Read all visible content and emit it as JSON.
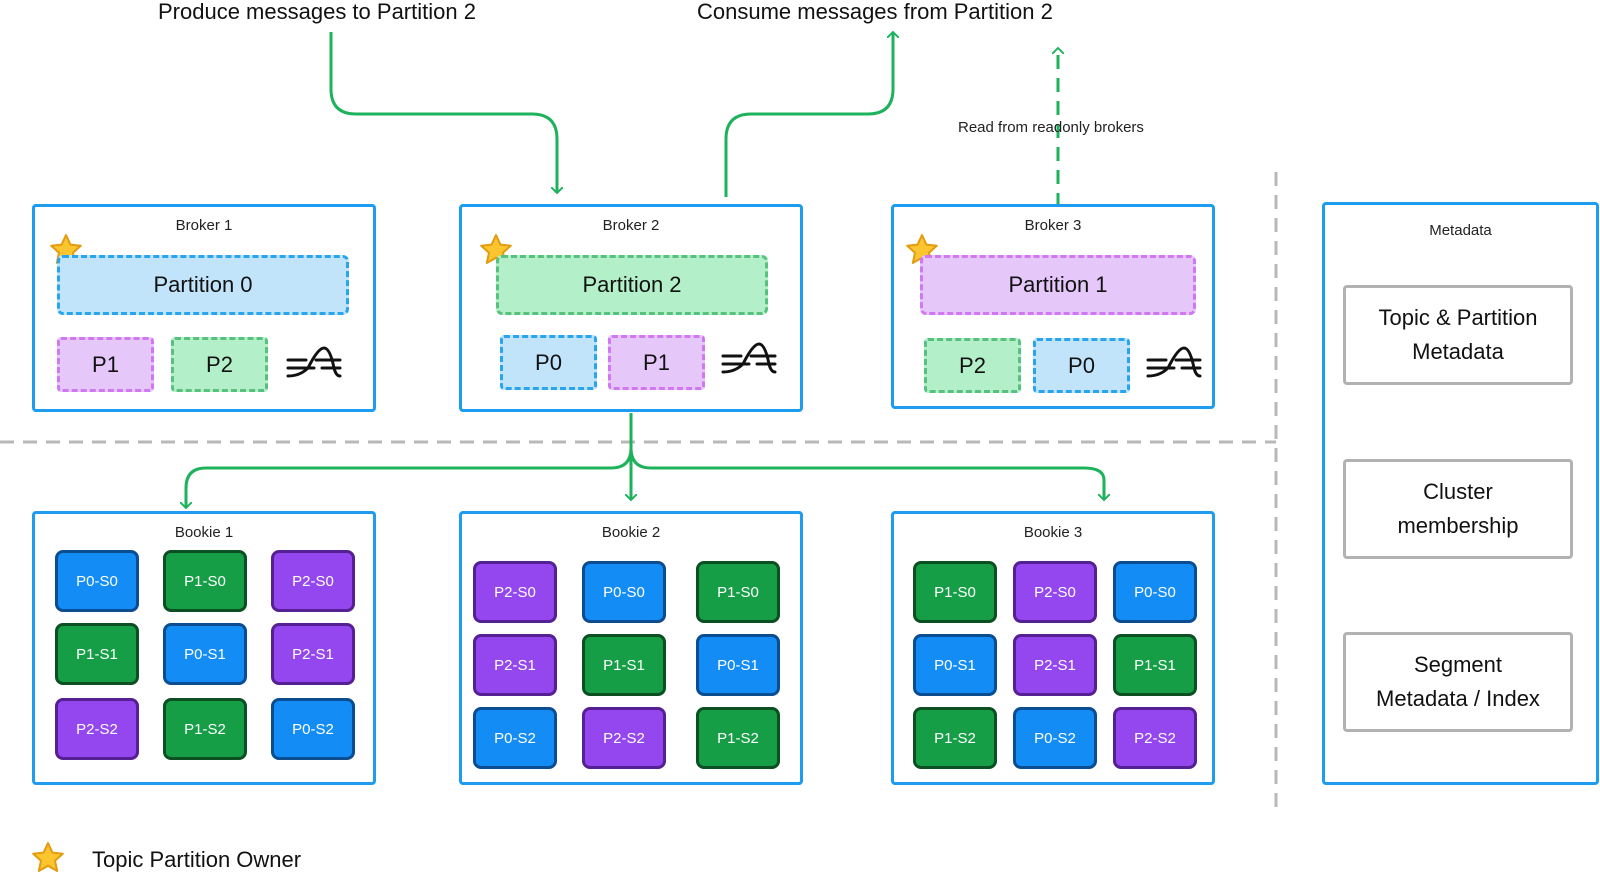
{
  "labels": {
    "produce": "Produce messages to Partition 2",
    "consume": "Consume messages from Partition 2",
    "read_readonly": "Read from readonly brokers"
  },
  "brokers": [
    {
      "title": "Broker 1",
      "main": "Partition 0",
      "small": [
        "P1",
        "P2"
      ]
    },
    {
      "title": "Broker 2",
      "main": "Partition 2",
      "small": [
        "P0",
        "P1"
      ]
    },
    {
      "title": "Broker 3",
      "main": "Partition 1",
      "small": [
        "P2",
        "P0"
      ]
    }
  ],
  "bookies": [
    {
      "title": "Bookie 1",
      "segments": [
        "P0-S0",
        "P1-S0",
        "P2-S0",
        "P1-S1",
        "P0-S1",
        "P2-S1",
        "P2-S2",
        "P1-S2",
        "P0-S2"
      ]
    },
    {
      "title": "Bookie 2",
      "segments": [
        "P2-S0",
        "P0-S0",
        "P1-S0",
        "P2-S1",
        "P1-S1",
        "P0-S1",
        "P0-S2",
        "P2-S2",
        "P1-S2"
      ]
    },
    {
      "title": "Bookie 3",
      "segments": [
        "P1-S0",
        "P2-S0",
        "P0-S0",
        "P0-S1",
        "P2-S1",
        "P1-S1",
        "P1-S2",
        "P0-S2",
        "P2-S2"
      ]
    }
  ],
  "metadata": {
    "title": "Metadata",
    "items": [
      {
        "line1": "Topic & Partition",
        "line2": "Metadata"
      },
      {
        "line1": "Cluster",
        "line2": "membership"
      },
      {
        "line1": "Segment",
        "line2": "Metadata / Index"
      }
    ]
  },
  "legend": {
    "label": "Topic Partition Owner",
    "icon": "star-icon"
  },
  "colors": {
    "panel_border": "#1e9cf0",
    "arrow": "#1eb25c",
    "divider": "#b8b8b8",
    "partition0": "#c2e4fb",
    "partition1": "#e6c7fa",
    "partition2": "#b3f0c9",
    "segment_p0": "#138cf5",
    "segment_p1": "#169e47",
    "segment_p2": "#9447ee",
    "star": "#fbc530"
  }
}
